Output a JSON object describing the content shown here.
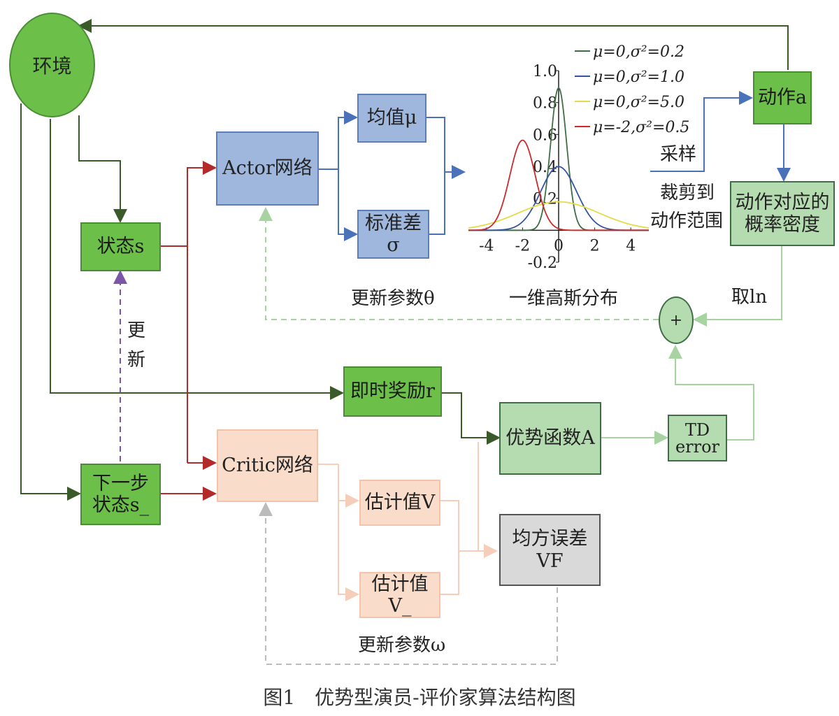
{
  "nodes": {
    "env": "环境",
    "state": "状态s",
    "next_state_line1": "下一步",
    "next_state_line2": "状态s_",
    "actor": "Actor网络",
    "critic": "Critic网络",
    "mean": "均值μ",
    "std": "标准差σ",
    "action": "动作a",
    "prob_line1": "动作对应的",
    "prob_line2": "概率密度",
    "reward": "即时奖励r",
    "advantage": "优势函数A",
    "td_line1": "TD",
    "td_line2": "error",
    "v": "估计值V",
    "v_next": "估计值V_",
    "mse": "均方误差VF",
    "plus": "+"
  },
  "labels": {
    "sample": "采样",
    "clip_line1": "裁剪到",
    "clip_line2": "动作范围",
    "take_ln": "取ln",
    "update_theta": "更新参数θ",
    "update_omega": "更新参数ω",
    "update_char1": "更",
    "update_char2": "新",
    "gaussian": "一维高斯分布"
  },
  "caption": "图1　优势型演员-评价家算法结构图",
  "chart_data": {
    "type": "line",
    "x_range": [
      -5,
      5
    ],
    "ylim": [
      -0.2,
      1.0
    ],
    "x_ticks": [
      "-4",
      "-2",
      "0",
      "2",
      "4"
    ],
    "y_ticks": [
      "-0.2",
      "0.2",
      "0.4",
      "0.6",
      "0.8",
      "1.0"
    ],
    "series": [
      {
        "name": "μ=0,σ²=0.2",
        "mu": 0,
        "var": 0.2,
        "color": "#3f6e46"
      },
      {
        "name": "μ=0,σ²=1.0",
        "mu": 0,
        "var": 1.0,
        "color": "#3355a0"
      },
      {
        "name": "μ=0,σ²=5.0",
        "mu": 0,
        "var": 5.0,
        "color": "#e3dc4a"
      },
      {
        "name": "μ=-2,σ²=0.5",
        "mu": -2,
        "var": 0.5,
        "color": "#cc2b2b"
      }
    ]
  },
  "colors": {
    "dark_green": "#3b5a2a",
    "red": "#b22a2a",
    "blue": "#4a72b8",
    "light_green": "#a6d3a0",
    "peach": "#f6cdb8",
    "purple": "#7a55a8"
  }
}
